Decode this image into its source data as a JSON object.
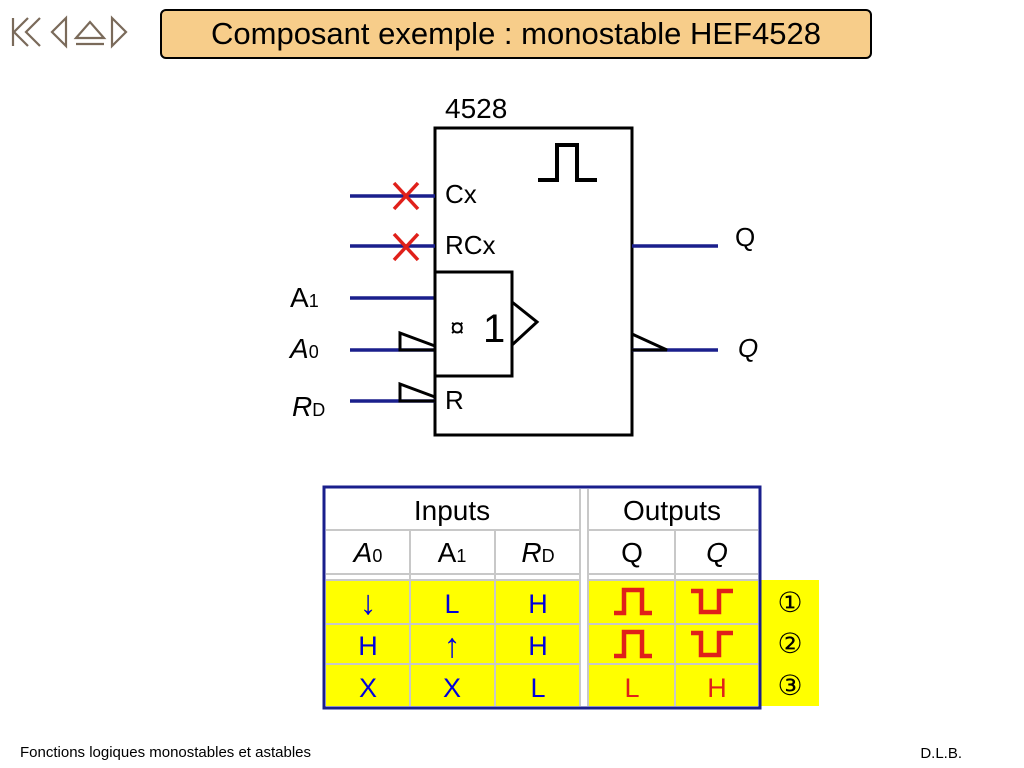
{
  "header": {
    "title": "Composant exemple : monostable HEF4528"
  },
  "nav": {
    "icons": [
      "first-slide-icon",
      "previous-slide-icon",
      "home-icon",
      "next-slide-icon"
    ]
  },
  "diagram": {
    "chip_label": "4528",
    "pins": {
      "cx": "Cx",
      "rcx": "RCx",
      "r": "R",
      "q": "Q",
      "qbar": "Q"
    },
    "inputs": {
      "a1_main": "A",
      "a1_sub": "1",
      "a0_main": "A",
      "a0_sub": "0",
      "rd_main": "R",
      "rd_sub": "D"
    },
    "gate_label": "1",
    "gate_symbol": "¤",
    "wire_color": "#1a1f8c",
    "cross_color": "#e0201a"
  },
  "truth_table": {
    "group_inputs": "Inputs",
    "group_outputs": "Outputs",
    "columns": {
      "a0_main": "A",
      "a0_sub": "0",
      "a1_main": "A",
      "a1_sub": "1",
      "rd_main": "R",
      "rd_sub": "D",
      "q": "Q",
      "qbar": "Q"
    },
    "rows": [
      {
        "a0": "↓",
        "a1": "L",
        "rd": "H",
        "q": "pulse-high",
        "qbar": "pulse-low",
        "marker": "①"
      },
      {
        "a0": "H",
        "a1": "↑",
        "rd": "H",
        "q": "pulse-high",
        "qbar": "pulse-low",
        "marker": "②"
      },
      {
        "a0": "X",
        "a1": "X",
        "rd": "L",
        "q": "L",
        "qbar": "H",
        "marker": "③"
      }
    ],
    "highlight_color": "#ffff00",
    "input_text_color": "#0000dd",
    "output_text_color": "#e0201a"
  },
  "footer": {
    "left": "Fonctions logiques monostables et astables",
    "right": "D.L.B."
  }
}
